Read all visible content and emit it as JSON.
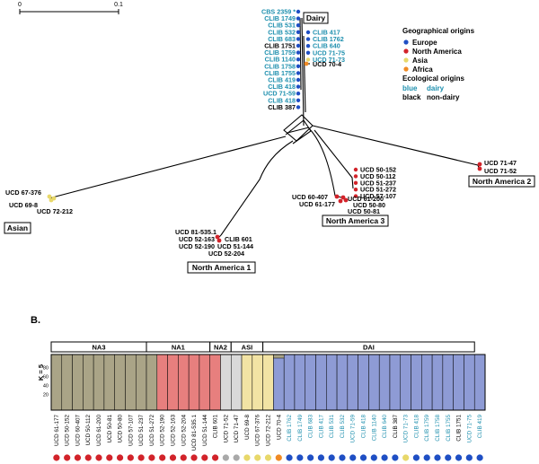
{
  "scale_bar": {
    "left": "0",
    "right": "0.1"
  },
  "legend": {
    "geo_title": "Geographical origins",
    "geo_items": [
      {
        "label": "Europe",
        "color": "#1f4fc4"
      },
      {
        "label": "North America",
        "color": "#d2232a"
      },
      {
        "label": "Asia",
        "color": "#e8d86a"
      },
      {
        "label": "Africa",
        "color": "#f08a24"
      }
    ],
    "eco_title": "Ecological origins",
    "eco_blue_key": "blue",
    "eco_blue_val": "dairy",
    "eco_black_key": "black",
    "eco_black_val": "non-dairy",
    "blue_color": "#1d8fae"
  },
  "tree": {
    "dairy_label": "Dairy",
    "dairy_col1": [
      "CBS 2359 *",
      "CLIB 1749",
      "CLIB 531",
      "CLIB 532",
      "CLIB 683",
      "CLIB 1751",
      "CLIB 1759",
      "CLIB 1140",
      "CLIB 1758",
      "CLIB 1755",
      "CLIB 419",
      "CLIB 418",
      "UCD 71-59",
      "CLIB 418",
      "CLIB 387"
    ],
    "dairy_col1_dairy": [
      true,
      true,
      true,
      true,
      true,
      false,
      true,
      true,
      true,
      true,
      true,
      true,
      true,
      true,
      false
    ],
    "dairy_col1_dots": [
      "#1f4fc4",
      "#1f4fc4",
      "#1f4fc4",
      "#1f4fc4",
      "#1f4fc4",
      "#1f4fc4",
      "#1f4fc4",
      "#1f4fc4",
      "#1f4fc4",
      "#1f4fc4",
      "#1f4fc4",
      "#1f4fc4",
      "#1f4fc4",
      "#1f4fc4",
      "#1f4fc4"
    ],
    "dairy_col2": [
      "CLIB 417",
      "CLIB 1762",
      "CLIB 640",
      "UCD 71-75",
      "UCD 71-73"
    ],
    "dairy_col2_dots": [
      "#1f4fc4",
      "#1f4fc4",
      "#1f4fc4",
      "#1f4fc4",
      "#e8d86a"
    ],
    "ucd704": "UCD 70-4",
    "na2_label": "North America 2",
    "na2_leaves": [
      "UCD 71-47",
      "UCD 71-52"
    ],
    "na3_label": "North America 3",
    "na3_col": [
      "UCD 50-152",
      "UCD 50-112",
      "UCD 51-237",
      "UCD 51-272",
      "UCD 57-107"
    ],
    "na3_mid": [
      "UCD 61-200",
      "UCD 50-80",
      "UCD 50-81"
    ],
    "na3_left": [
      "UCD 60-407",
      "UCD 61-177"
    ],
    "na1_label": "North America 1",
    "na1_left": [
      "UCD 81-535.1",
      "UCD 52-163",
      "UCD 52-190"
    ],
    "na1_right": [
      "CLIB 601",
      "UCD 51-144",
      "UCD 52-204"
    ],
    "asian_label": "Asian",
    "asian_leaves": [
      "UCD 67-376",
      "UCD 69-8",
      "UCD 72-212"
    ]
  },
  "panel_b": {
    "label": "B.",
    "k_label": "K = 5",
    "y_ticks": [
      "80",
      "60",
      "40",
      "20"
    ],
    "groups": [
      {
        "name": "NA3",
        "count": 9
      },
      {
        "name": "NA1",
        "count": 6
      },
      {
        "name": "NA2",
        "count": 2
      },
      {
        "name": "ASI",
        "count": 3
      },
      {
        "name": "DAI",
        "count": 20
      }
    ],
    "samples": [
      {
        "name": "UCD 61-177",
        "dairy": false,
        "dot": "#d2232a",
        "bar": "#aaa487"
      },
      {
        "name": "UCD 50-152",
        "dairy": false,
        "dot": "#d2232a",
        "bar": "#aaa487"
      },
      {
        "name": "UCD 60-407",
        "dairy": false,
        "dot": "#d2232a",
        "bar": "#aaa487"
      },
      {
        "name": "UCD 50-112",
        "dairy": false,
        "dot": "#d2232a",
        "bar": "#aaa487"
      },
      {
        "name": "UCD 61-200",
        "dairy": false,
        "dot": "#d2232a",
        "bar": "#aaa487"
      },
      {
        "name": "UCD 50-81",
        "dairy": false,
        "dot": "#d2232a",
        "bar": "#aaa487"
      },
      {
        "name": "UCD 50-80",
        "dairy": false,
        "dot": "#d2232a",
        "bar": "#aaa487"
      },
      {
        "name": "UCD 57-107",
        "dairy": false,
        "dot": "#d2232a",
        "bar": "#aaa487"
      },
      {
        "name": "UCD 51-237",
        "dairy": false,
        "dot": "#d2232a",
        "bar": "#aaa487"
      },
      {
        "name": "UCD 51-272",
        "dairy": false,
        "dot": "#d2232a",
        "bar": "#aaa487"
      },
      {
        "name": "UCD 52-190",
        "dairy": false,
        "dot": "#d2232a",
        "bar": "#e77f7e"
      },
      {
        "name": "UCD 52-163",
        "dairy": false,
        "dot": "#d2232a",
        "bar": "#e77f7e"
      },
      {
        "name": "UCD 52-204",
        "dairy": false,
        "dot": "#d2232a",
        "bar": "#e77f7e"
      },
      {
        "name": "UCD 81-535.1",
        "dairy": false,
        "dot": "#d2232a",
        "bar": "#e77f7e"
      },
      {
        "name": "UCD 51-144",
        "dairy": false,
        "dot": "#d2232a",
        "bar": "#e77f7e"
      },
      {
        "name": "CLIB 601",
        "dairy": false,
        "dot": "#d2232a",
        "bar": "#e77f7e"
      },
      {
        "name": "UCD 71-52",
        "dairy": false,
        "dot": "#a9a9a9",
        "bar": "#d9d9d9"
      },
      {
        "name": "UCD 71-47",
        "dairy": false,
        "dot": "#a9a9a9",
        "bar": "#d9d9d9"
      },
      {
        "name": "UCD 69-8",
        "dairy": false,
        "dot": "#e8d86a",
        "bar": "#f2e3a4"
      },
      {
        "name": "UCD 67-376",
        "dairy": false,
        "dot": "#e8d86a",
        "bar": "#f2e3a4"
      },
      {
        "name": "UCD 72-212",
        "dairy": false,
        "dot": "#e8d86a",
        "bar": "#f2e3a4"
      },
      {
        "name": "UCD 70-4",
        "dairy": false,
        "dot": "#f08a24",
        "bar": "#8e9bd5"
      },
      {
        "name": "CLIB 1762",
        "dairy": true,
        "dot": "#1f4fc4",
        "bar": "#8e9bd5"
      },
      {
        "name": "CLIB 1749",
        "dairy": true,
        "dot": "#1f4fc4",
        "bar": "#8e9bd5"
      },
      {
        "name": "CLIB 683",
        "dairy": true,
        "dot": "#1f4fc4",
        "bar": "#8e9bd5"
      },
      {
        "name": "CLIB 417",
        "dairy": true,
        "dot": "#1f4fc4",
        "bar": "#8e9bd5"
      },
      {
        "name": "CLIB 531",
        "dairy": true,
        "dot": "#1f4fc4",
        "bar": "#8e9bd5"
      },
      {
        "name": "CLIB 532",
        "dairy": true,
        "dot": "#1f4fc4",
        "bar": "#8e9bd5"
      },
      {
        "name": "UCD 71-59",
        "dairy": true,
        "dot": "#1f4fc4",
        "bar": "#8e9bd5"
      },
      {
        "name": "CLIB 418",
        "dairy": true,
        "dot": "#1f4fc4",
        "bar": "#8e9bd5"
      },
      {
        "name": "CLIB 1140",
        "dairy": true,
        "dot": "#1f4fc4",
        "bar": "#8e9bd5"
      },
      {
        "name": "CLIB 640",
        "dairy": true,
        "dot": "#1f4fc4",
        "bar": "#8e9bd5"
      },
      {
        "name": "CLIB 387",
        "dairy": false,
        "dot": "#1f4fc4",
        "bar": "#8e9bd5"
      },
      {
        "name": "UCD 71-73",
        "dairy": true,
        "dot": "#e8d86a",
        "bar": "#8e9bd5"
      },
      {
        "name": "CLIB 418",
        "dairy": true,
        "dot": "#1f4fc4",
        "bar": "#8e9bd5"
      },
      {
        "name": "CLIB 1759",
        "dairy": true,
        "dot": "#1f4fc4",
        "bar": "#8e9bd5"
      },
      {
        "name": "CLIB 1758",
        "dairy": true,
        "dot": "#1f4fc4",
        "bar": "#8e9bd5"
      },
      {
        "name": "CLIB 1755",
        "dairy": true,
        "dot": "#1f4fc4",
        "bar": "#8e9bd5"
      },
      {
        "name": "CLIB 1751",
        "dairy": false,
        "dot": "#1f4fc4",
        "bar": "#8e9bd5"
      },
      {
        "name": "UCD 71-75",
        "dairy": true,
        "dot": "#1f4fc4",
        "bar": "#8e9bd5"
      },
      {
        "name": "CLIB 419",
        "dairy": true,
        "dot": "#1f4fc4",
        "bar": "#8e9bd5"
      }
    ]
  }
}
